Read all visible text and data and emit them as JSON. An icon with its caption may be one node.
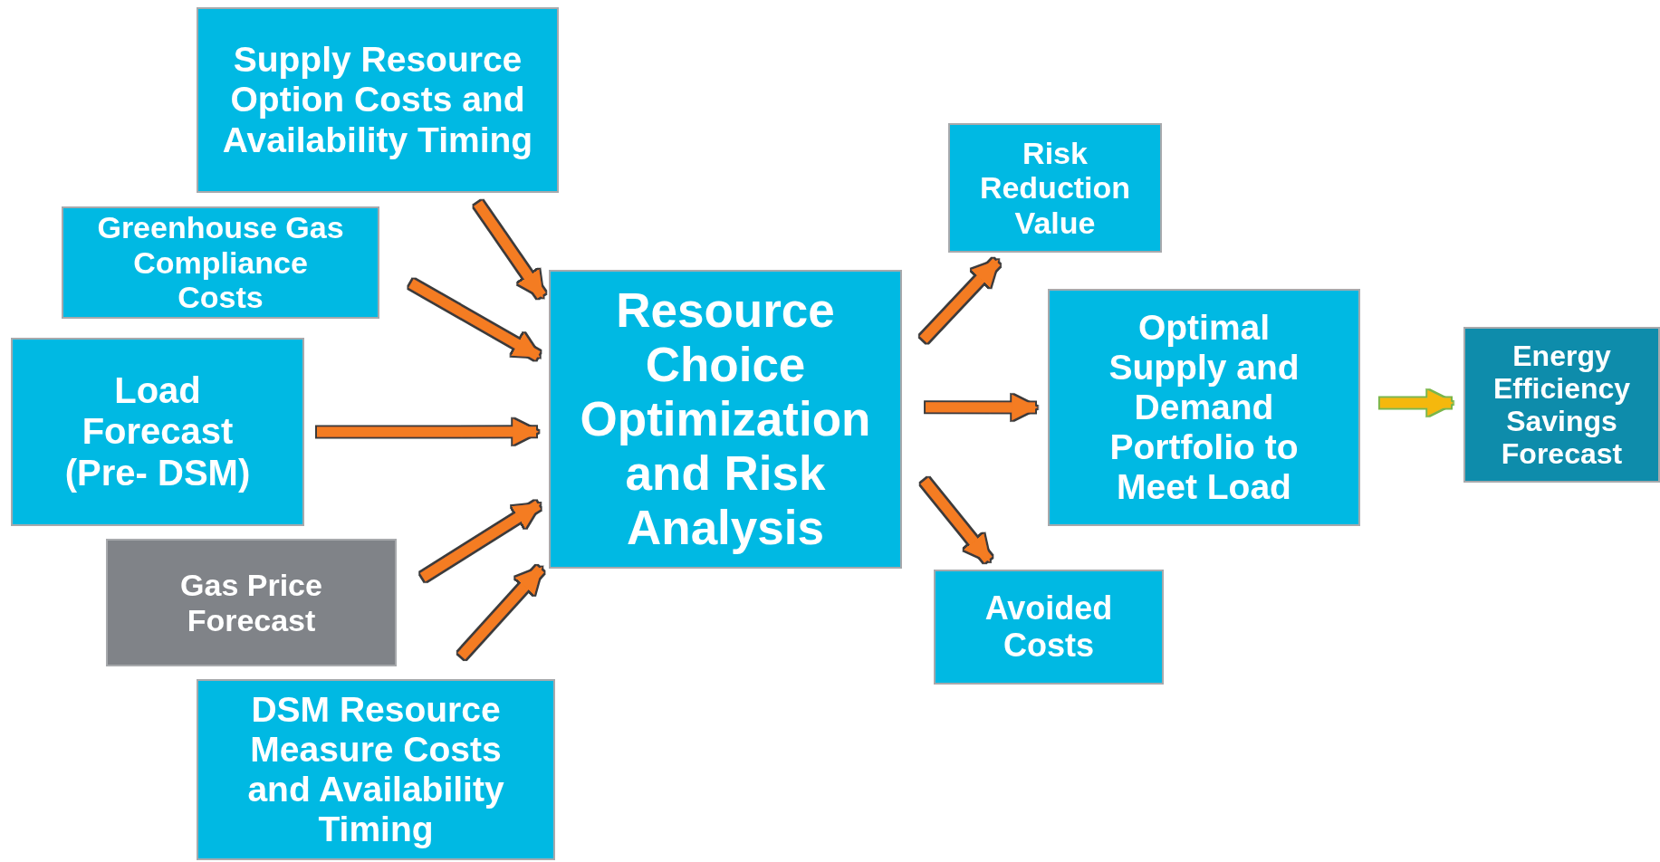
{
  "diagram": {
    "nodes": [
      {
        "text": [
          "Supply Resource Option Costs and Availability Timing"
        ]
      },
      {
        "text": [
          "Greenhouse Gas Compliance Costs"
        ]
      },
      {
        "text": [
          "Load Forecast (Pre- DSM)"
        ]
      },
      {
        "text": [
          "Gas Price Forecast"
        ]
      },
      {
        "text": [
          "DSM Resource Measure Costs and Availability Timing"
        ]
      },
      {
        "text": [
          "Resource Choice Optimization and Risk Analysis"
        ]
      },
      {
        "text": [
          "Risk Reduction Value"
        ]
      },
      {
        "text": [
          "Optimal Supply and Demand Portfolio to Meet Load"
        ]
      },
      {
        "text": [
          "Avoided Costs"
        ]
      },
      {
        "text": [
          "Energy Efficiency Savings Forecast"
        ]
      }
    ],
    "edges": [
      {
        "from": 0,
        "to": 5,
        "arrow": "to"
      },
      {
        "from": 1,
        "to": 5,
        "arrow": "to"
      },
      {
        "from": 2,
        "to": 5,
        "arrow": "to"
      },
      {
        "from": 3,
        "to": 5,
        "arrow": "to"
      },
      {
        "from": 4,
        "to": 5,
        "arrow": "to"
      },
      {
        "from": 5,
        "to": 6,
        "arrow": "to"
      },
      {
        "from": 5,
        "to": 7,
        "arrow": "to"
      },
      {
        "from": 5,
        "to": 8,
        "arrow": "to"
      },
      {
        "from": 7,
        "to": 9,
        "arrow": "to",
        "color": "#f5b80f"
      }
    ]
  }
}
